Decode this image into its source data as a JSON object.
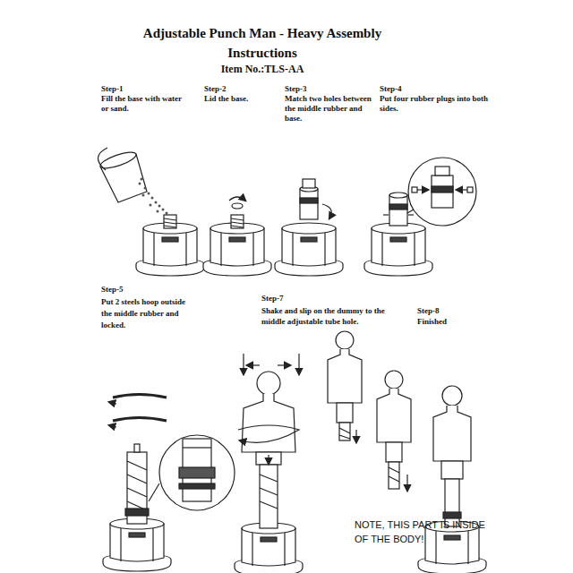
{
  "diagram": {
    "title": "Adjustable Punch Man - Heavy Assembly Instructions",
    "labels": [
      "Item No.:TLS-AA",
      "Step-1",
      "Fill the base with water or sand.",
      "Step-2",
      "Lid the base.",
      "Step-3",
      "Match two holes between the middle rubber and base.",
      "Step-4",
      "Put four rubber plugs into both sides.",
      "Step-5",
      "Put 2 steels hoop outside the middle rubber and locked.",
      "Step-7",
      "Shake and slip on the dummy to the middle adjustable tube hole.",
      "Step-8",
      "Finished",
      "NOTE, THIS PART IS INSIDE OF THE BODY!"
    ]
  }
}
